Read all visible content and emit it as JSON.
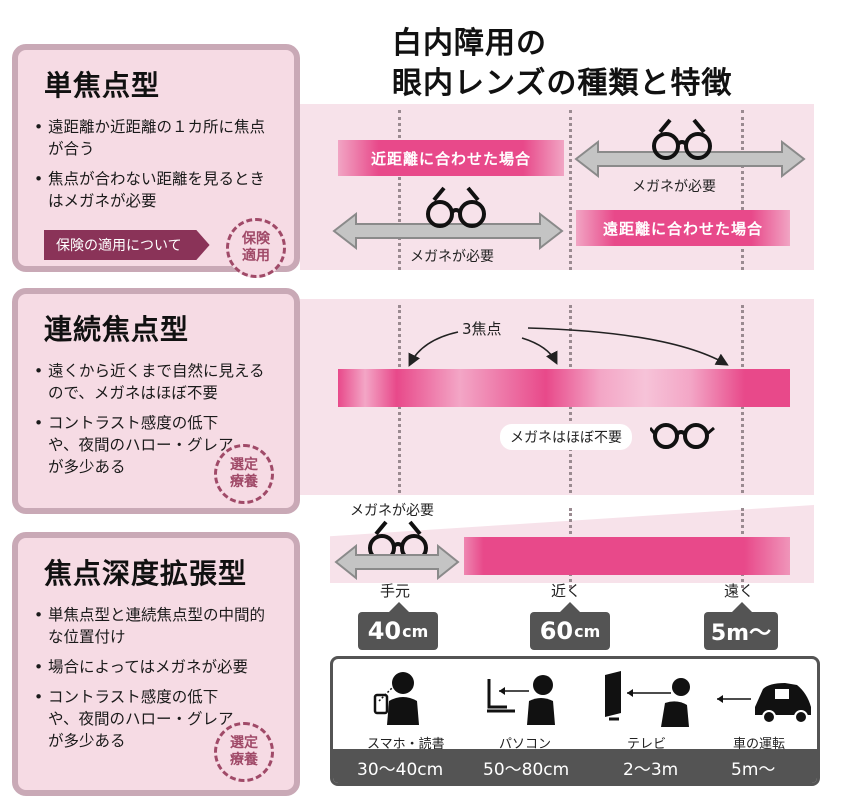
{
  "title": {
    "line1": "白内障用の",
    "line2": "眼内レンズの種類と特徴"
  },
  "cards": {
    "single": {
      "title": "単焦点型",
      "bullets": [
        "遠距離か近距離の１カ所に焦点が合う",
        "焦点が合わない距離を見るときはメガネが必要"
      ],
      "insurance_label": "保険の適用について",
      "stamp_lines": [
        "保険",
        "適用"
      ]
    },
    "continuous": {
      "title": "連続焦点型",
      "bullets": [
        "遠くから近くまで自然に見えるので、メガネはほぼ不要",
        "コントラスト感度の低下や、夜間のハロー・グレアが多少ある"
      ],
      "stamp_lines": [
        "選定",
        "療養"
      ]
    },
    "edof": {
      "title": "焦点深度拡張型",
      "bullets": [
        "単焦点型と連続焦点型の中間的な位置付け",
        "場合によってはメガネが必要",
        "コントラスト感度の低下や、夜間のハロー・グレアが多少ある"
      ],
      "stamp_lines": [
        "選定",
        "療養"
      ]
    }
  },
  "single_band": {
    "near_label": "近距離に合わせた場合",
    "far_label": "遠距離に合わせた場合",
    "glasses_needed_left": "メガネが必要",
    "glasses_needed_right": "メガネが必要"
  },
  "continuous_band": {
    "three_focus_label": "3焦点",
    "glasses_mostly_unneeded": "メガネはほぼ不要"
  },
  "edof_band": {
    "glasses_needed": "メガネが必要"
  },
  "distances": [
    {
      "word": "手元",
      "num": "40",
      "unit": "cm"
    },
    {
      "word": "近く",
      "num": "60",
      "unit": "cm"
    },
    {
      "word": "遠く",
      "num": "5m〜",
      "unit": ""
    }
  ],
  "uses": [
    {
      "label": "スマホ・読書",
      "range": "30〜40cm",
      "icon": "person-reading-phone-icon"
    },
    {
      "label": "パソコン",
      "range": "50〜80cm",
      "icon": "person-at-computer-icon"
    },
    {
      "label": "テレビ",
      "range": "2〜3m",
      "icon": "person-watching-tv-icon"
    },
    {
      "label": "車の運転",
      "range": "5m〜",
      "icon": "car-driving-icon"
    }
  ],
  "colors": {
    "accent_pink": "#e8498a",
    "card_bg": "#f6dbe4",
    "card_border": "#c9a9b6",
    "dark_gray": "#545454",
    "label_plum": "#8a3358"
  }
}
